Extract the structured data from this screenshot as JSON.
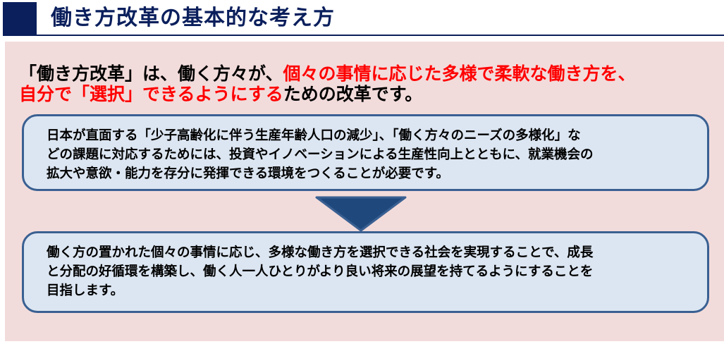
{
  "header": {
    "title": "働き方改革の基本的な考え方",
    "accent_color": "#0a1f5c"
  },
  "lead": {
    "line1_black": "「働き方改革」は、働く方々が、",
    "line1_red": "個々の事情に応じた多様で柔軟な働き方を、",
    "line2_red": "自分で「選択」できるようにする",
    "line2_black": "ための改革です。",
    "highlight_color": "#ff0000"
  },
  "boxes": [
    {
      "lines": [
        "日本が直面する「少子高齢化に伴う生産年齢人口の減少」、「働く方々のニーズの多様化」な",
        "どの課題に対応するためには、投資やイノベーションによる生産性向上とともに、就業機会の",
        "拡大や意欲・能力を存分に発揮できる環境をつくることが必要です。"
      ]
    },
    {
      "lines": [
        "働く方の置かれた個々の事情に応じ、多様な働き方を選択できる社会を実現することで、成長",
        "と分配の好循環を構築し、働く人一人ひとりがより良い将来の展望を持てるようにすることを",
        "目指します。"
      ]
    }
  ],
  "arrow": {
    "icon": "down-triangle-arrow",
    "color": "#1f497d"
  },
  "panel": {
    "background": "#f2dcdb"
  }
}
